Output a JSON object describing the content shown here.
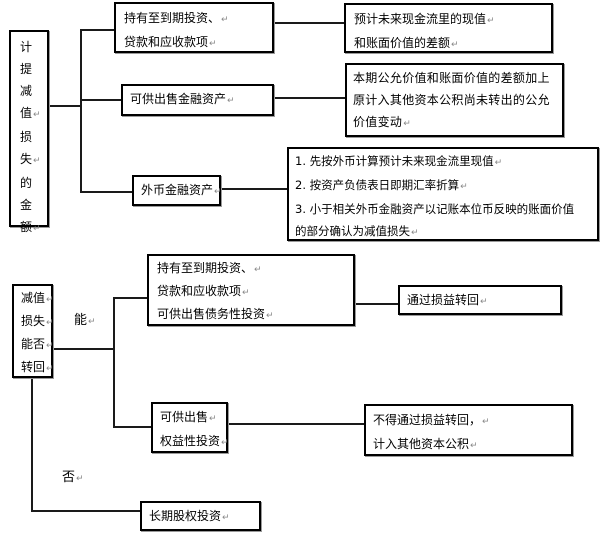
{
  "diagram1": {
    "root": {
      "lines": [
        "计",
        "提",
        "减",
        "值",
        "损",
        "失",
        "的",
        "金",
        "额"
      ]
    },
    "branches": [
      {
        "category": {
          "lines": [
            "持有至到期投资、",
            "贷款和应收款项"
          ]
        },
        "result": {
          "lines": [
            "预计未来现金流里的现值",
            "和账面价值的差额"
          ]
        }
      },
      {
        "category": {
          "lines": [
            "可供出售金融资产"
          ]
        },
        "result": {
          "lines": [
            "本期公允价值和账面价值的差额加上",
            "原计入其他资本公积尚未转出的公允",
            "价值变动"
          ]
        }
      },
      {
        "category": {
          "lines": [
            "外币金融资产"
          ]
        },
        "result": {
          "lines": [
            "1. 先按外币计算预计未来现金流里现值",
            "2. 按资产负债表日即期汇率折算",
            "3. 小于相关外币金融资产以记账本位币反映的账面价值",
            "的部分确认为减值损失"
          ]
        }
      }
    ]
  },
  "diagram2": {
    "root": {
      "lines": [
        "减值",
        "损失",
        "能否",
        "转回"
      ]
    },
    "yes_label": "能",
    "no_label": "否",
    "branches": [
      {
        "category": {
          "lines": [
            "持有至到期投资、",
            "贷款和应收款项",
            "可供出售债务性投资"
          ]
        },
        "result": {
          "lines": [
            "通过损益转回"
          ]
        }
      },
      {
        "category": {
          "lines": [
            "可供出售",
            "权益性投资"
          ]
        },
        "result": {
          "lines": [
            "不得通过损益转回，",
            "计入其他资本公积"
          ]
        }
      },
      {
        "category": {
          "lines": [
            "长期股权投资"
          ]
        }
      }
    ]
  },
  "paragraph_mark": "↵"
}
